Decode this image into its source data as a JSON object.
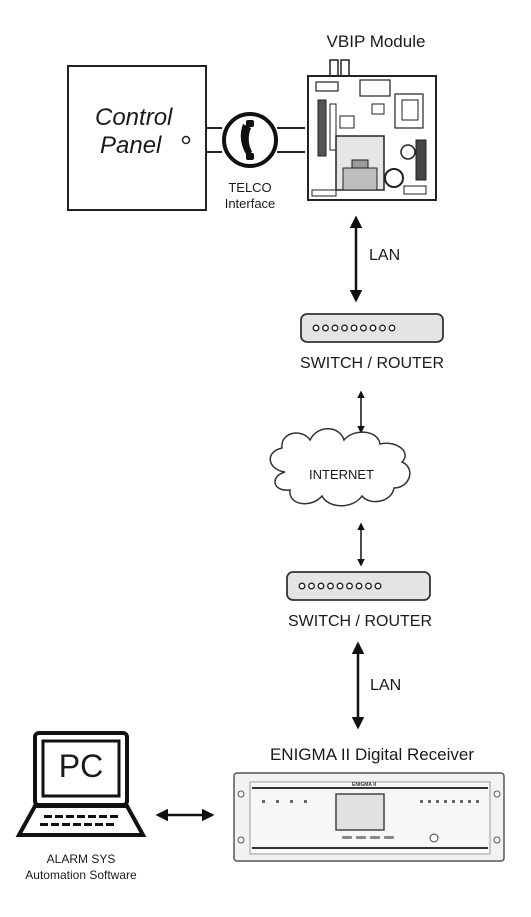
{
  "diagram": {
    "control_panel": {
      "line1": "Control",
      "line2": "Panel"
    },
    "telco": {
      "line1": "TELCO",
      "line2": "Interface"
    },
    "vbip": {
      "title": "VBIP Module"
    },
    "links": {
      "lan_top": "LAN",
      "lan_bottom": "LAN"
    },
    "switch_top": {
      "label": "SWITCH / ROUTER"
    },
    "internet": {
      "label": "INTERNET"
    },
    "switch_bottom": {
      "label": "SWITCH / ROUTER"
    },
    "receiver": {
      "title": "ENIGMA II Digital Receiver",
      "badge": "ENIGMA II"
    },
    "pc": {
      "screen": "PC",
      "line1": "ALARM SYS",
      "line2": "Automation Software"
    }
  }
}
